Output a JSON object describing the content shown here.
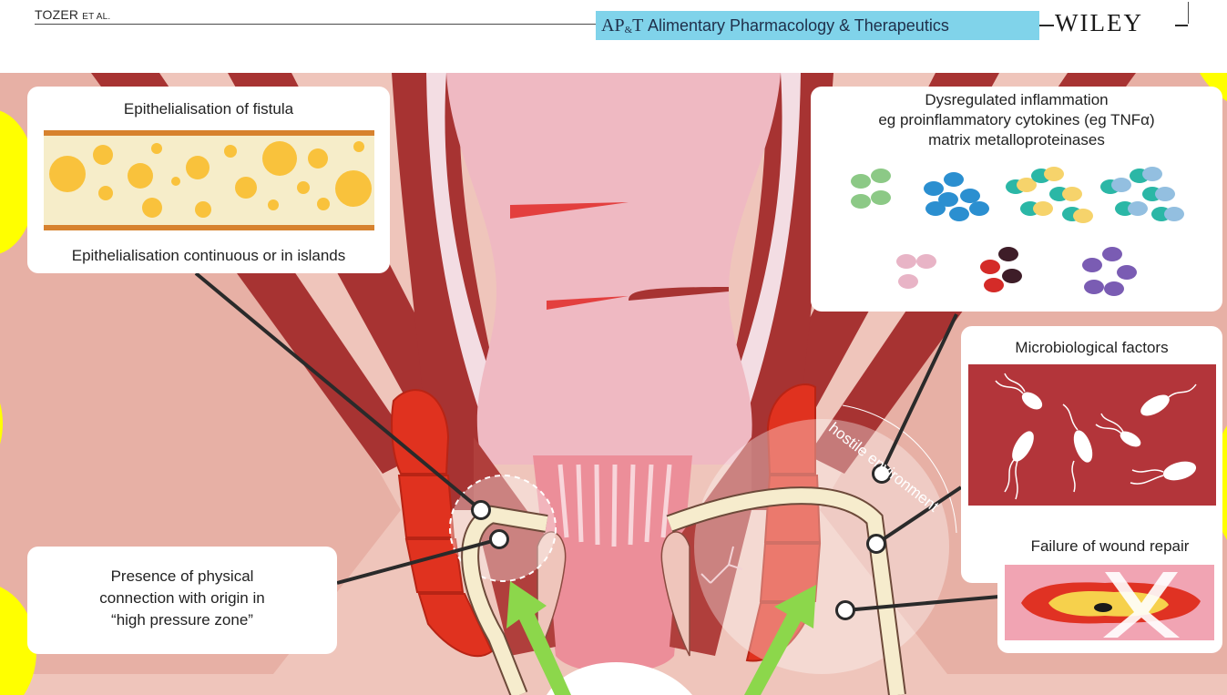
{
  "header": {
    "running_head_main": "TOZER",
    "running_head_small": "ET AL.",
    "journal_abbrev_left": "AP",
    "journal_abbrev_amp": "&",
    "journal_abbrev_right": "T",
    "journal_name": "Alimentary Pharmacology & Therapeutics",
    "publisher": "WILEY",
    "journal_bg_color": "#80d3ea"
  },
  "labels": {
    "epithelialisation_title": "Epithelialisation of fistula",
    "epithelialisation_caption": "Epithelialisation continuous or in islands",
    "inflammation_line1": "Dysregulated inflammation",
    "inflammation_line2": "eg proinflammatory cytokines (eg TNFα)",
    "inflammation_line3": "matrix metalloproteinases",
    "microbiological": "Microbiological factors",
    "wound_repair": "Failure of wound repair",
    "physical_line1": "Presence of physical",
    "physical_line2": "connection with origin in",
    "physical_line3": "“high pressure zone”",
    "hostile": "hostile environment"
  },
  "colors": {
    "tissue": "#efc5bb",
    "muscle": "#a73332",
    "sphincter": "#e0321f",
    "lumen": "#efb9c2",
    "epithelium": "#f6edc9",
    "fistula": "#f6eccd",
    "highlight_yellow": "#ffff00",
    "arrow_green": "#8cd74b"
  }
}
